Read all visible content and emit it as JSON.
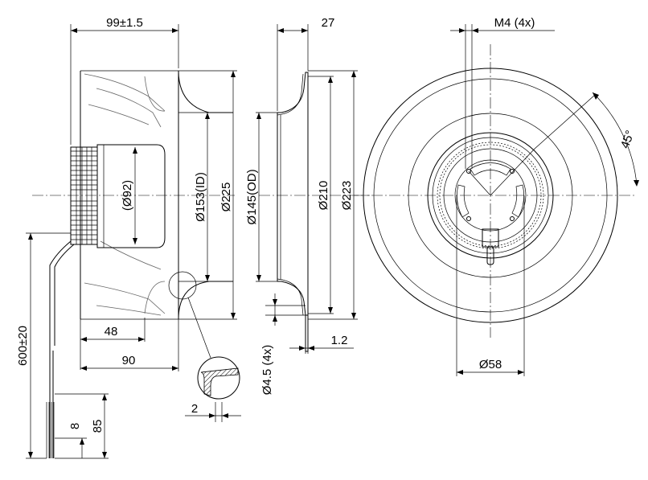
{
  "drawing": {
    "dims": {
      "width_overall": "99±1.5",
      "motor_length": "48",
      "side_length": "90",
      "cable_length": "600±20",
      "cable_strip_8": "8",
      "cable_strip_85": "85",
      "motor_diameter": "(Ø92)",
      "inlet_id": "Ø153(ID)",
      "diameter_225": "Ø225",
      "flange_depth": "27",
      "outer_diameter": "Ø145(OD)",
      "diameter_210": "Ø210",
      "diameter_223": "Ø223",
      "hole_diameter": "Ø4.5 (4x)",
      "plate_thickness": "1.2",
      "detail_thickness": "2",
      "screw_thread": "M4 (4x)",
      "screw_angle": "45°",
      "hub_diameter": "Ø58"
    }
  }
}
